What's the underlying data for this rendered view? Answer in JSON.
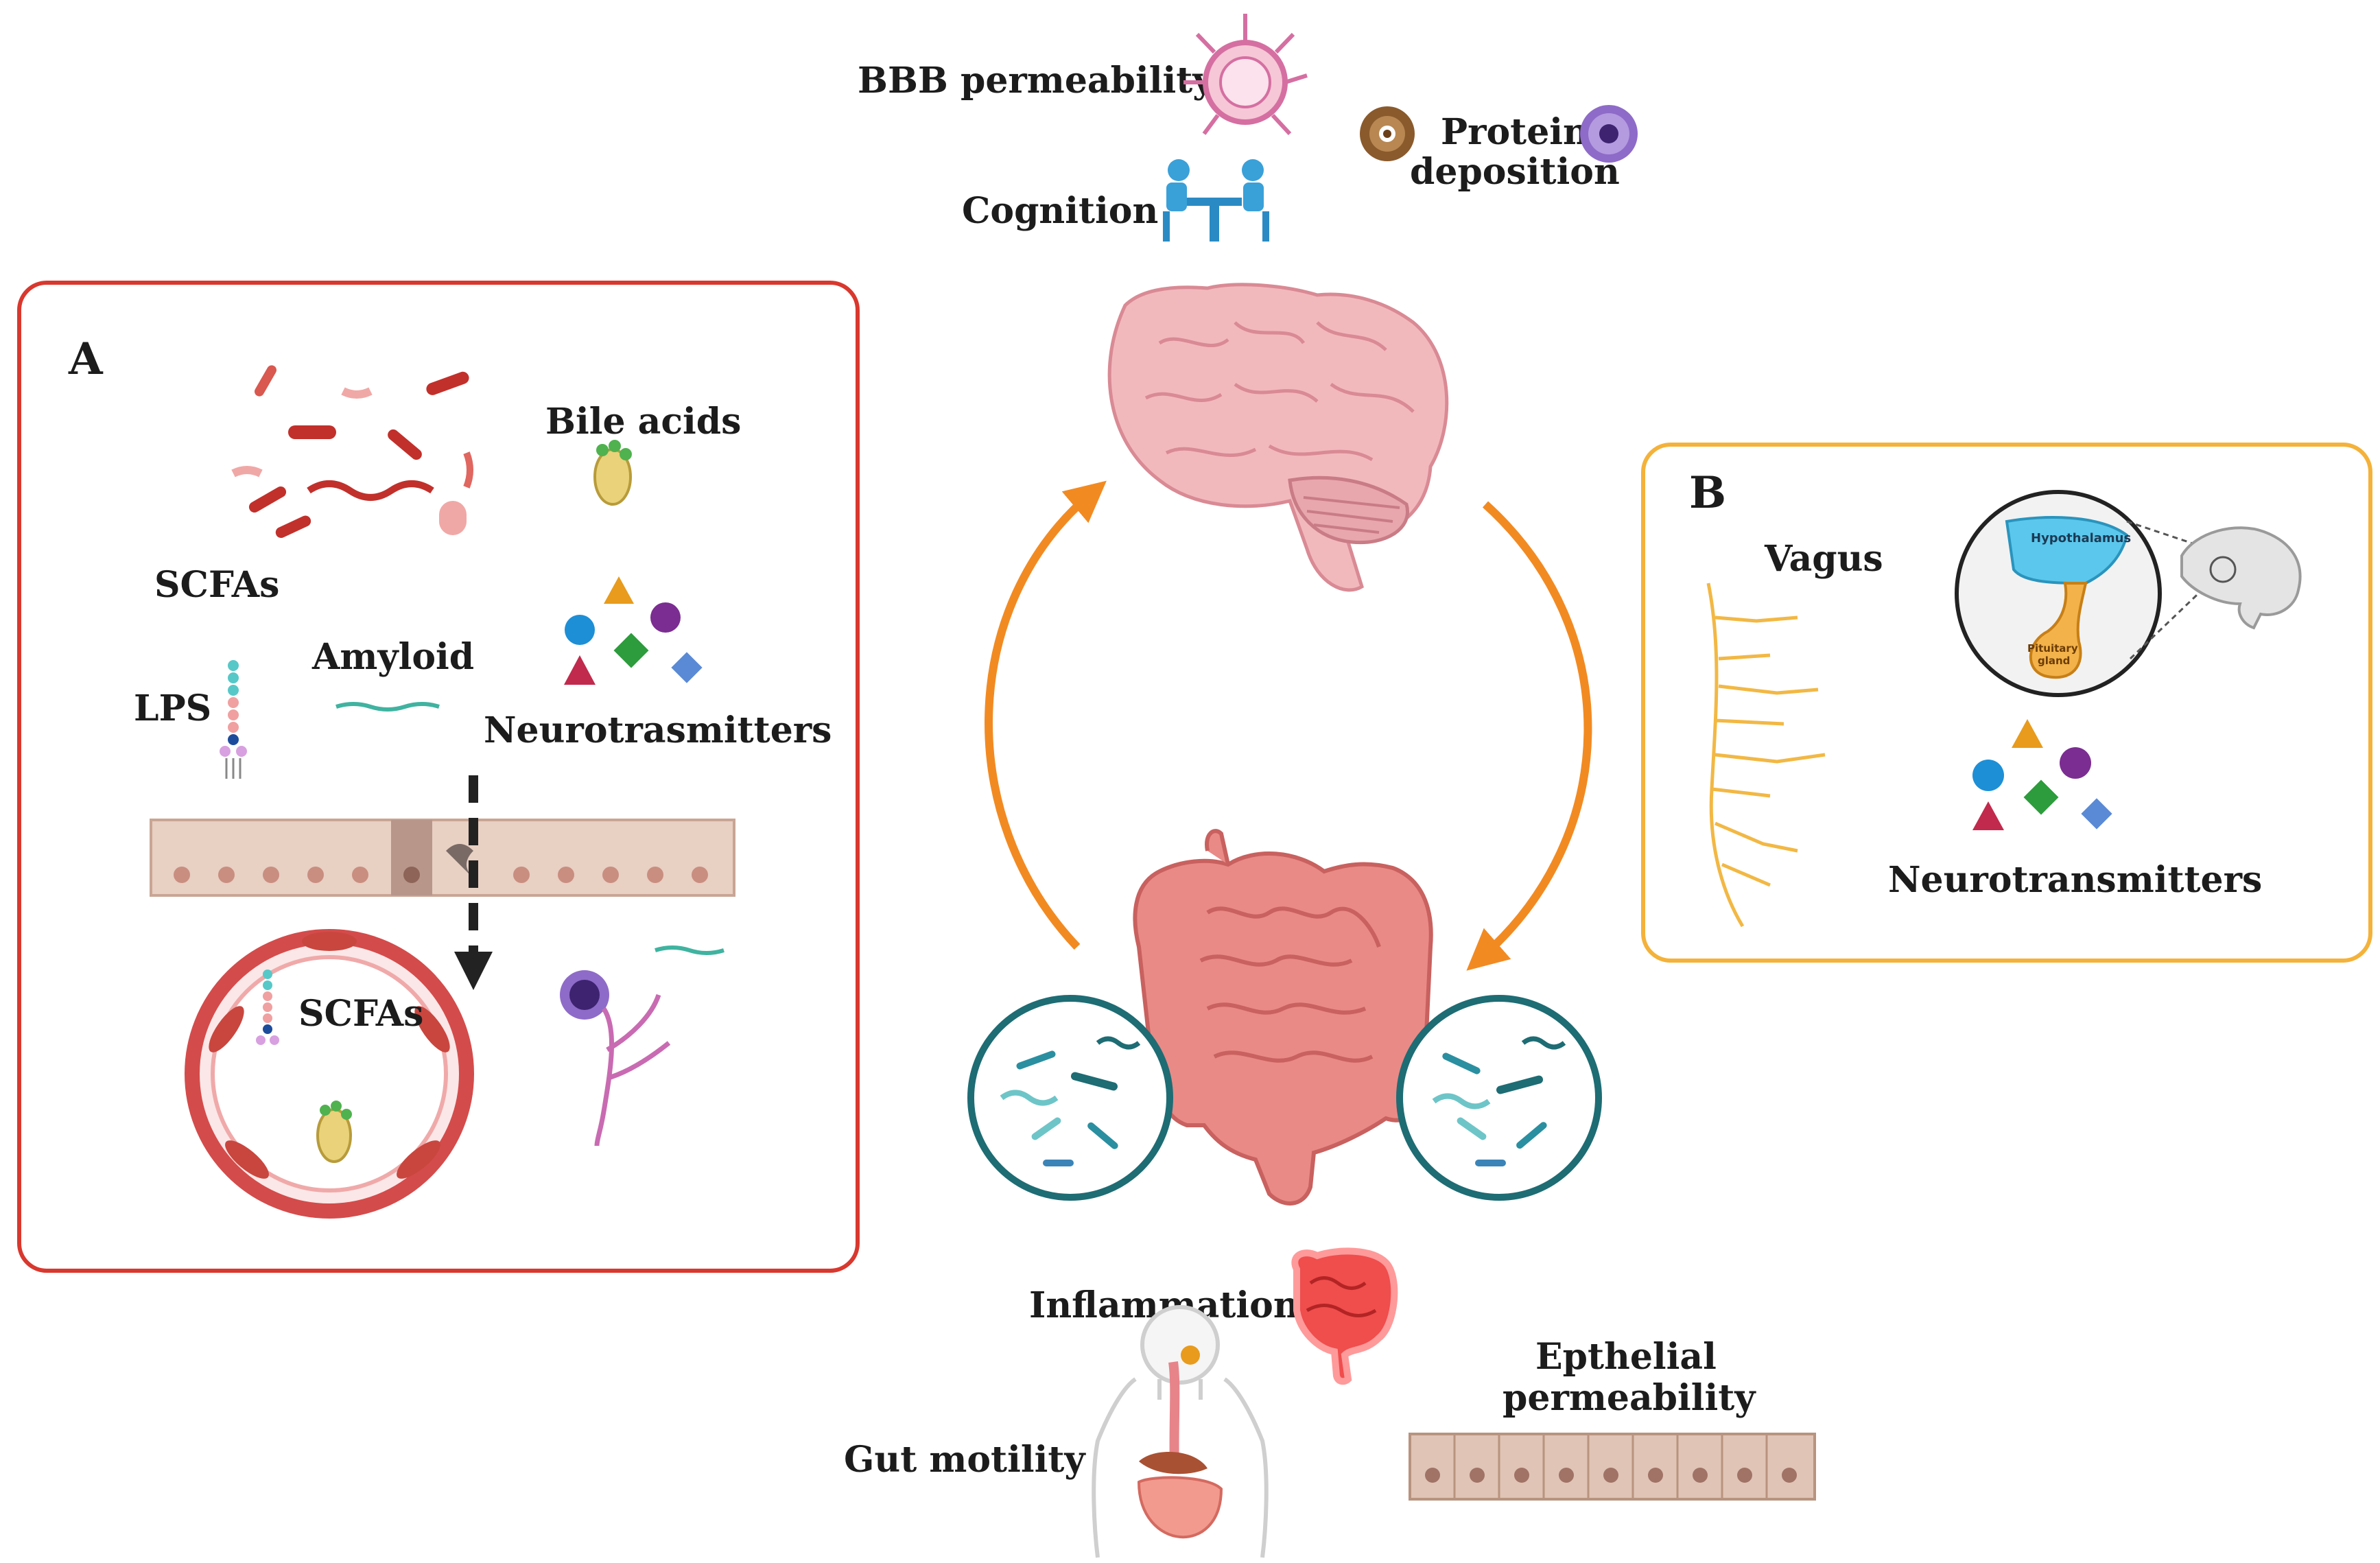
{
  "top": {
    "bbb_label": "BBB permeability",
    "cognition_label": "Cognition",
    "protein_label_line1": "Protein",
    "protein_label_line2": "deposition"
  },
  "panel_a": {
    "letter": "A",
    "bile_acids": "Bile acids",
    "scfas_top": "SCFAs",
    "amyloid": "Amyloid",
    "lps": "LPS",
    "neurotransmitters": "Neurotrasmitters",
    "scfas_vessel": "SCFAs",
    "border_color": "#d9382e"
  },
  "panel_b": {
    "letter": "B",
    "vagus": "Vagus",
    "hypothalamus": "Hypothalamus",
    "pituitary_line1": "Pituitary",
    "pituitary_line2": "gland",
    "neurotransmitters": "Neurotransmitters",
    "border_color": "#f4b23a"
  },
  "bottom": {
    "inflammation": "Inflammation",
    "gut_motility": "Gut motility",
    "epithelial_line1": "Epthelial",
    "epithelial_line2": "permeability"
  },
  "colors": {
    "arrow": "#f28a22",
    "brain": "#f2b9bd",
    "gut": "#e98a86",
    "microbiome_ring": "#1e6c74",
    "epithelium": "#d8b7a6"
  }
}
